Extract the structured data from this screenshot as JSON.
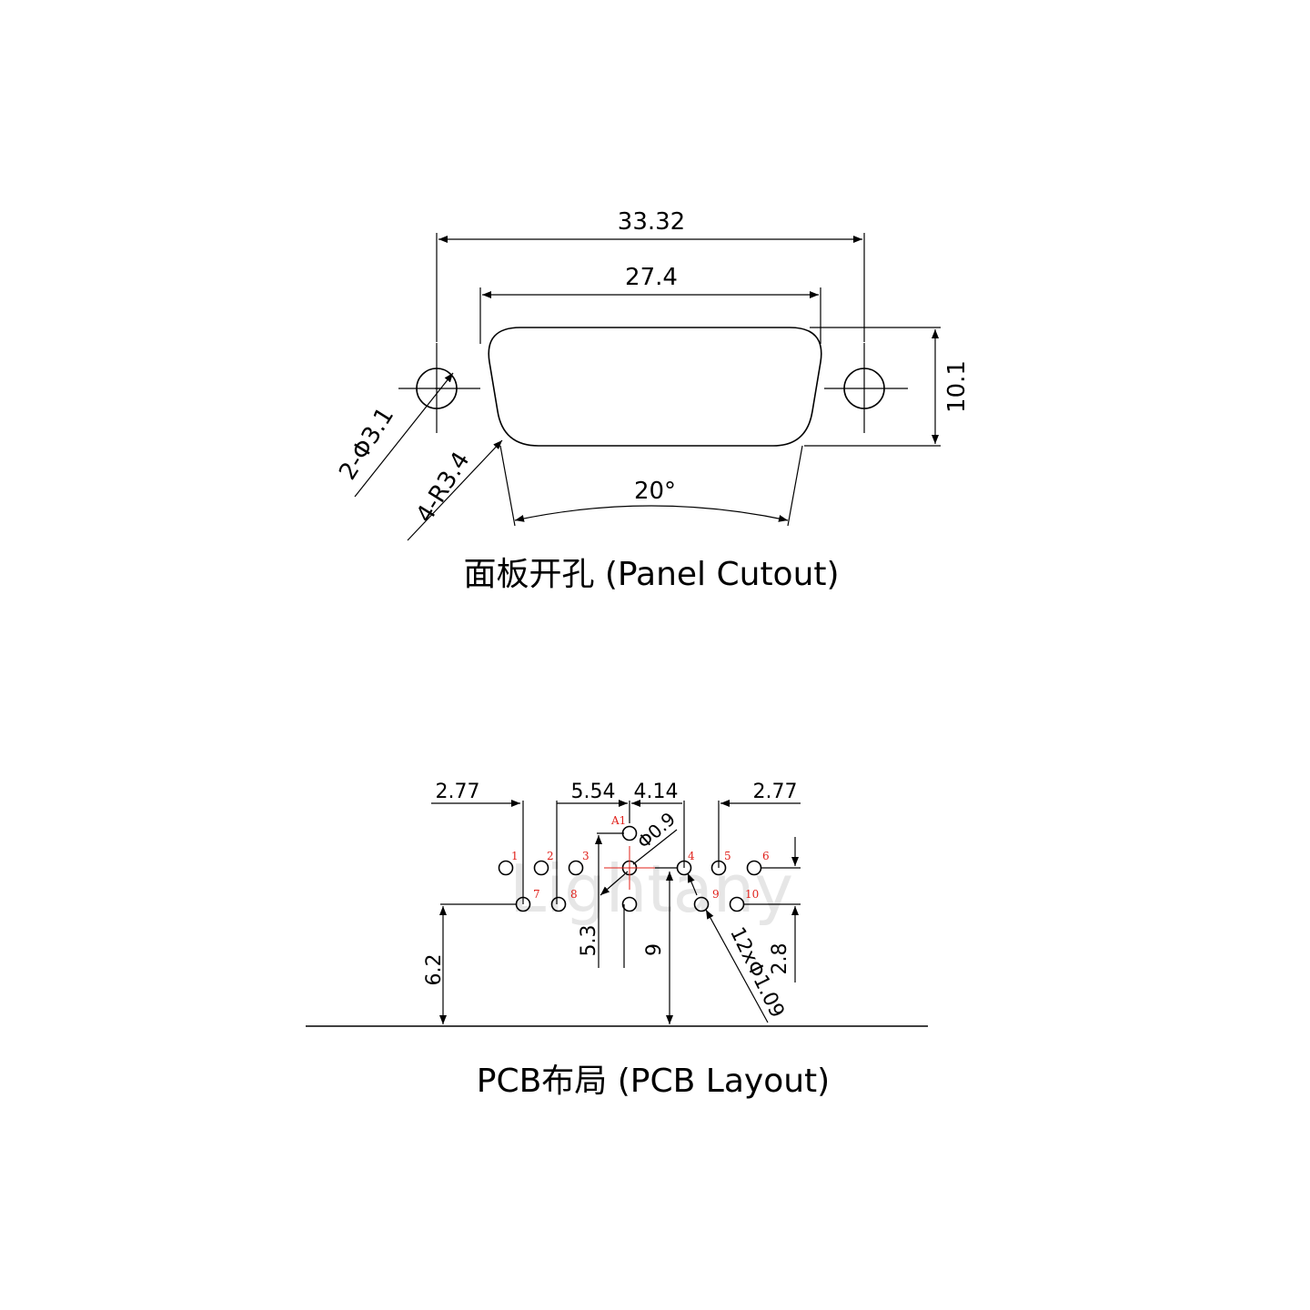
{
  "panel": {
    "dim_overall": "33.32",
    "dim_opening": "27.4",
    "dim_height": "10.1",
    "dim_angle": "20°",
    "note_holes": "2-Φ3.1",
    "note_radius": "4-R3.4",
    "caption": "面板开孔 (Panel Cutout)"
  },
  "pcb": {
    "dim_top_left": "2.77",
    "dim_top_mid1": "5.54",
    "dim_top_mid2": "4.14",
    "dim_top_right": "2.77",
    "dim_small_hole": "Φ0.9",
    "dim_pin_holes": "12xΦ1.09",
    "dim_a": "5.3",
    "dim_b": "9",
    "dim_c": "6.2",
    "dim_d": "2.8",
    "pin_labels": [
      "1",
      "2",
      "3",
      "4",
      "5",
      "6",
      "7",
      "8",
      "9",
      "10",
      "A1"
    ],
    "watermark": "Lightany",
    "caption": "PCB布局 (PCB Layout)"
  }
}
